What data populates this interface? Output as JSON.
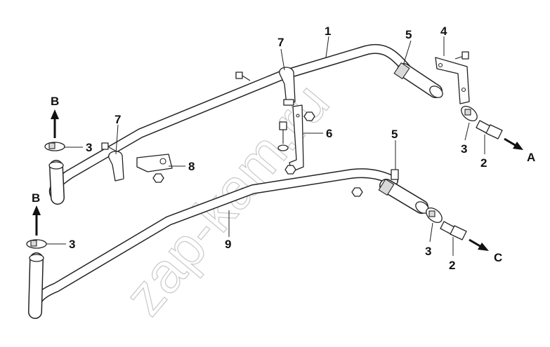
{
  "watermark": "zap-kam.ru",
  "callouts": {
    "p1": "1",
    "p2a": "2",
    "p2b": "2",
    "p3_top_left": "3",
    "p3_left": "3",
    "p3_a": "3",
    "p3_c": "3",
    "p4": "4",
    "p5_top": "5",
    "p5_mid": "5",
    "p6": "6",
    "p7_top": "7",
    "p7_left": "7",
    "p8": "8",
    "p9": "9"
  },
  "flow_labels": {
    "a": "A",
    "b_top": "B",
    "b_bottom": "B",
    "c": "C"
  }
}
